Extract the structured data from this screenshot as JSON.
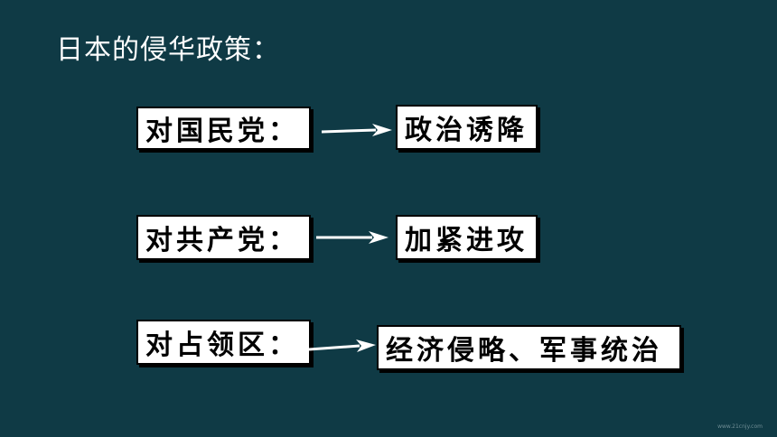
{
  "slide": {
    "title": "日本的侵华政策：",
    "rows": [
      {
        "target": "对国民党：",
        "policy": "政治诱降"
      },
      {
        "target": "对共产党：",
        "policy": "加紧进攻"
      },
      {
        "target": "对占领区：",
        "policy": "经济侵略、军事统治"
      }
    ],
    "watermark": "www.21cnjy.com"
  },
  "colors": {
    "background": "#0f3a45",
    "box": "#ffffff",
    "arrow": "#ffffff"
  }
}
